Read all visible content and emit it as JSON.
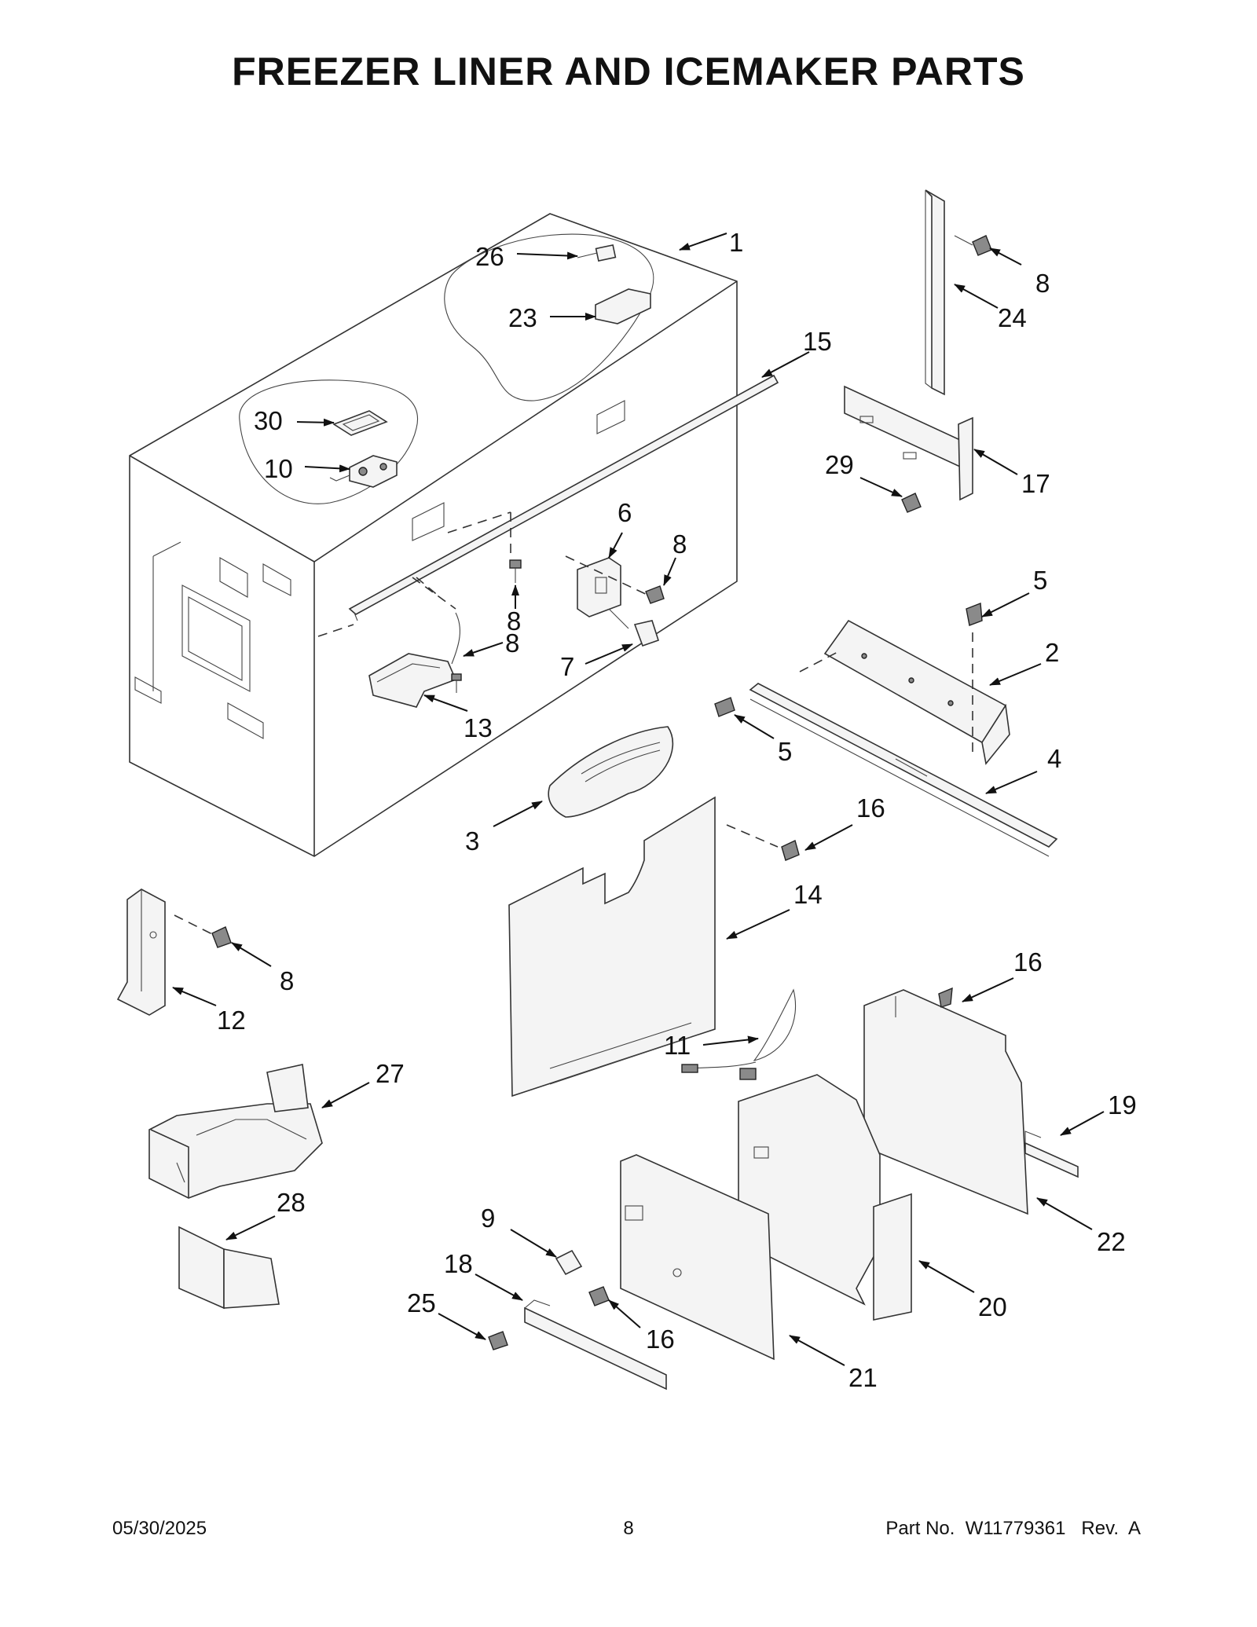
{
  "page": {
    "title": "FREEZER LINER AND ICEMAKER PARTS",
    "date": "05/30/2025",
    "page_number": "8",
    "part_number": "Part No.  W11779361   Rev.  A"
  },
  "callouts": {
    "c1": "1",
    "c2": "2",
    "c3": "3",
    "c4": "4",
    "c5a": "5",
    "c5b": "5",
    "c6": "6",
    "c7": "7",
    "c8a": "8",
    "c8b": "8",
    "c8c": "8",
    "c8d": "8",
    "c8e": "8",
    "c9": "9",
    "c10": "10",
    "c11": "11",
    "c12": "12",
    "c13": "13",
    "c14": "14",
    "c15": "15",
    "c16a": "16",
    "c16b": "16",
    "c16c": "16",
    "c17": "17",
    "c18": "18",
    "c19": "19",
    "c20": "20",
    "c21": "21",
    "c22": "22",
    "c23": "23",
    "c24": "24",
    "c25": "25",
    "c26": "26",
    "c27": "27",
    "c28": "28",
    "c29": "29",
    "c30": "30"
  }
}
